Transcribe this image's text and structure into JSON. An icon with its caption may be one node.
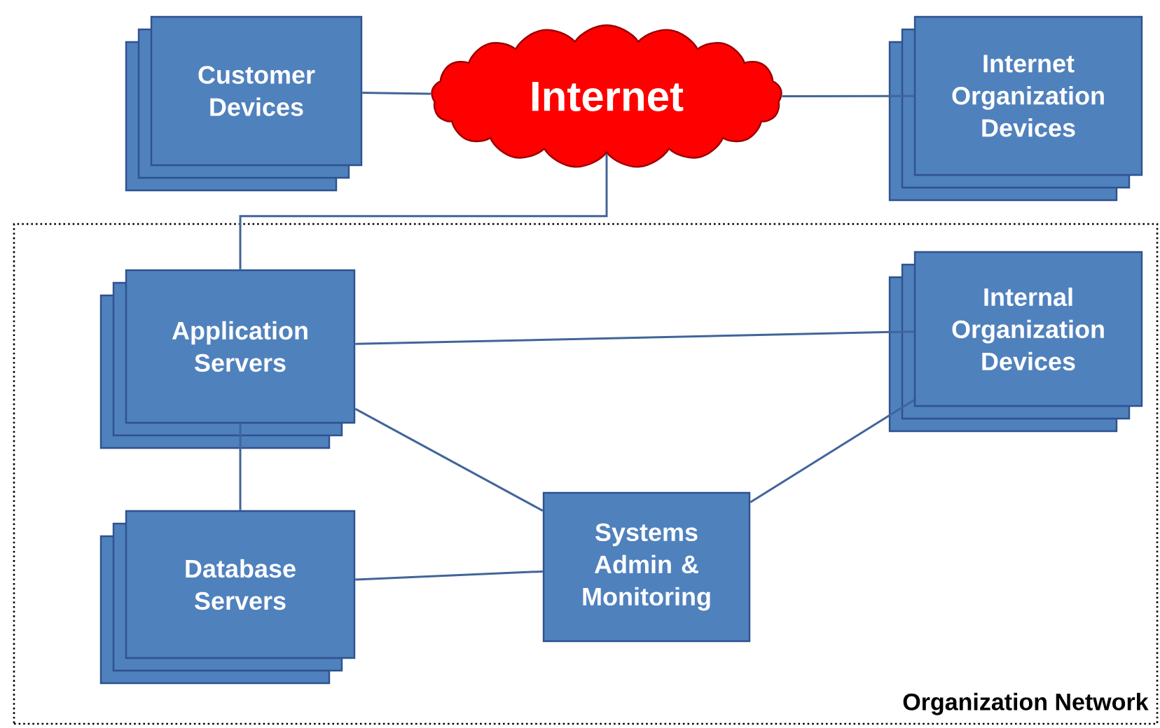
{
  "diagram": {
    "nodes": [
      {
        "text": [
          "Customer Devices"
        ]
      },
      {
        "text": [
          "Internet"
        ]
      },
      {
        "text": [
          "Internet Organization Devices"
        ]
      },
      {
        "text": [
          "Organization Network"
        ]
      },
      {
        "text": [
          "Application Servers"
        ],
        "in": 3
      },
      {
        "text": [
          "Internal Organization Devices"
        ],
        "in": 3
      },
      {
        "text": [
          "Database Servers"
        ],
        "in": 3
      },
      {
        "text": [
          "Systems Admin & Monitoring"
        ],
        "in": 3
      }
    ],
    "edges": [
      {
        "from": 0,
        "to": 1,
        "arrow": "none"
      },
      {
        "from": 1,
        "to": 2,
        "arrow": "none"
      },
      {
        "from": 1,
        "to": 4,
        "arrow": "none"
      },
      {
        "from": 4,
        "to": 5,
        "arrow": "none"
      },
      {
        "from": 4,
        "to": 7,
        "arrow": "none"
      },
      {
        "from": 4,
        "to": 6,
        "arrow": "none"
      },
      {
        "from": 6,
        "to": 7,
        "arrow": "none"
      },
      {
        "from": 7,
        "to": 5,
        "arrow": "none"
      }
    ]
  }
}
